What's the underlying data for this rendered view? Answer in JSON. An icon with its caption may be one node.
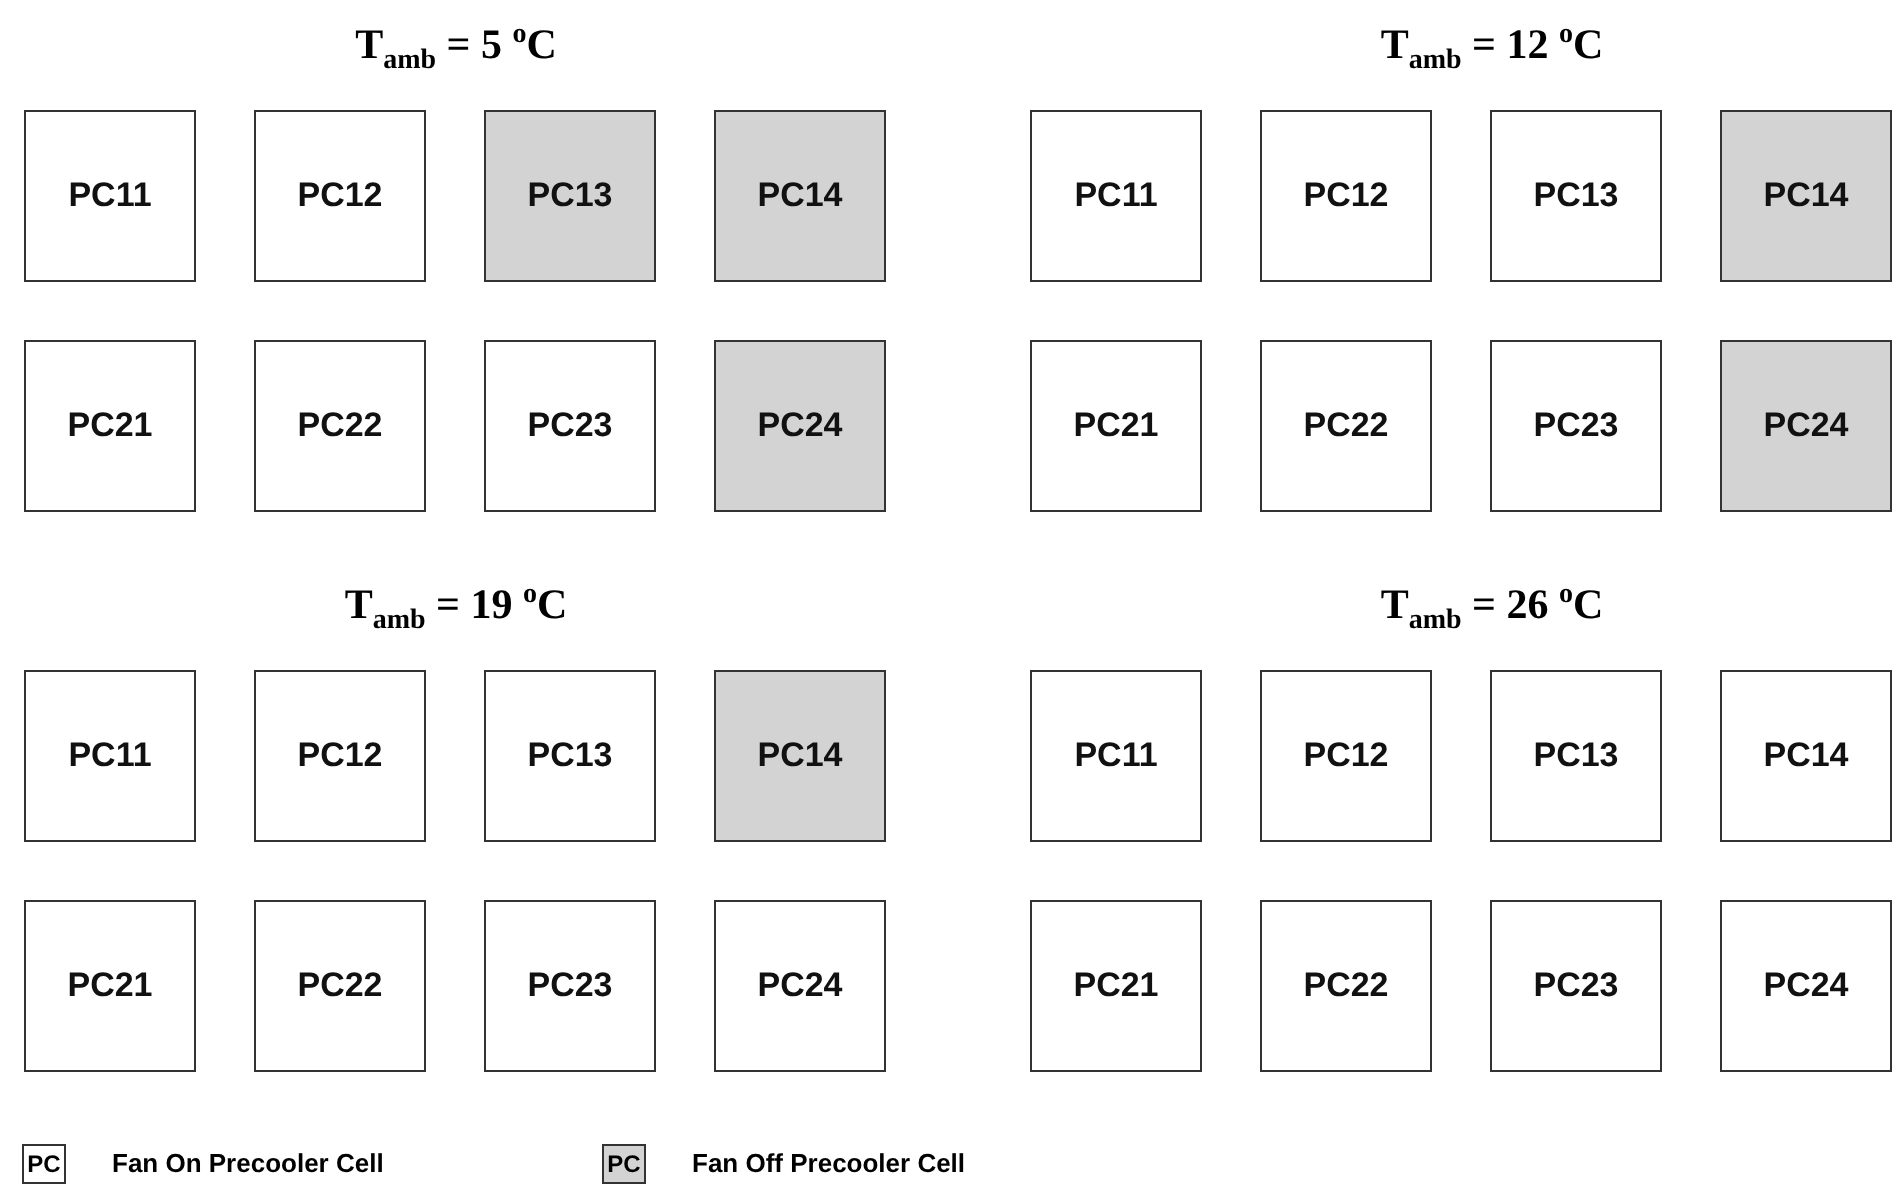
{
  "diagram": {
    "nodes": [
      {
        "text": [
          "PC11"
        ]
      },
      {
        "text": [
          "PC12"
        ]
      },
      {
        "text": [
          "PC13"
        ]
      },
      {
        "text": [
          "PC14"
        ]
      },
      {
        "text": [
          "PC21"
        ]
      },
      {
        "text": [
          "PC22"
        ]
      },
      {
        "text": [
          "PC23"
        ]
      },
      {
        "text": [
          "PC24"
        ]
      },
      {
        "text": [
          "PC11"
        ]
      },
      {
        "text": [
          "PC12"
        ]
      },
      {
        "text": [
          "PC13"
        ]
      },
      {
        "text": [
          "PC14"
        ]
      },
      {
        "text": [
          "PC21"
        ]
      },
      {
        "text": [
          "PC22"
        ]
      },
      {
        "text": [
          "PC23"
        ]
      },
      {
        "text": [
          "PC24"
        ]
      },
      {
        "text": [
          "PC11"
        ]
      },
      {
        "text": [
          "PC12"
        ]
      },
      {
        "text": [
          "PC13"
        ]
      },
      {
        "text": [
          "PC14"
        ]
      },
      {
        "text": [
          "PC21"
        ]
      },
      {
        "text": [
          "PC22"
        ]
      },
      {
        "text": [
          "PC23"
        ]
      },
      {
        "text": [
          "PC24"
        ]
      },
      {
        "text": [
          "PC11"
        ]
      },
      {
        "text": [
          "PC12"
        ]
      },
      {
        "text": [
          "PC13"
        ]
      },
      {
        "text": [
          "PC14"
        ]
      },
      {
        "text": [
          "PC21"
        ]
      },
      {
        "text": [
          "PC22"
        ]
      },
      {
        "text": [
          "PC23"
        ]
      },
      {
        "text": [
          "PC24"
        ]
      },
      {
        "text": [
          "PC"
        ]
      },
      {
        "text": [
          "PC"
        ]
      }
    ],
    "labels": [
      "T$_{amb}$ = 5 $^{o}$C",
      "T$_{amb}$ = 12 $^{o}$C",
      "T$_{amb}$ = 19 $^{o}$C",
      "T$_{amb}$ = 26 $^{o}$C"
    ],
    "legend": [
      {
        "text": "Fan On Precooler Cell",
        "color": "#ffffff"
      },
      {
        "text": "Fan Off Precooler Cell",
        "color": "#d3d3d3"
      }
    ]
  }
}
